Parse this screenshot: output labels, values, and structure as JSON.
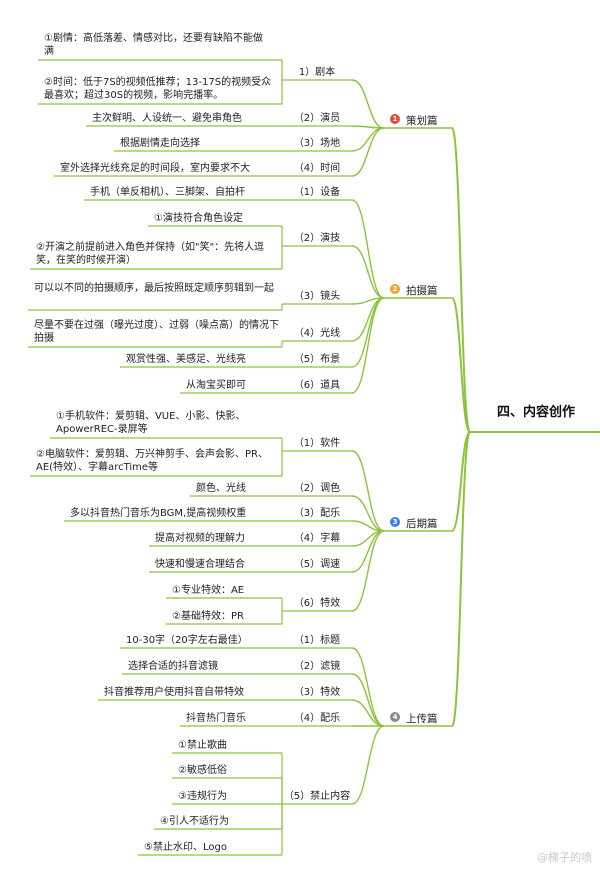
{
  "root": "四、内容创作",
  "sections": [
    {
      "badge": "1",
      "title": "策划篇",
      "color": "#e24a3b",
      "children": [
        {
          "label": "1）剧本",
          "leaves": [
            "①剧情：高低落差、情感对比，还要有缺陷不能做满",
            "②时间：低于7S的视频低推荐；13-17S的视频受众最喜欢；超过30S的视频，影响完播率。"
          ]
        },
        {
          "label": "（2）演员",
          "leaves": [
            "主次鲜明、人设统一、避免串角色"
          ]
        },
        {
          "label": "（3）场地",
          "leaves": [
            "根据剧情走向选择"
          ]
        },
        {
          "label": "（4）时间",
          "leaves": [
            "室外选择光线充足的时间段，室内要求不大"
          ]
        }
      ]
    },
    {
      "badge": "2",
      "title": "拍摄篇",
      "color": "#f0a52b",
      "children": [
        {
          "label": "（1）设备",
          "leaves": [
            "手机（单反相机）、三脚架、自拍杆"
          ]
        },
        {
          "label": "（2）演技",
          "leaves": [
            "①演技符合角色设定",
            "②开演之前提前进入角色并保持（如\"笑\"：先将人逗笑，在笑的时候开演）"
          ]
        },
        {
          "label": "（3）镜头",
          "leaves": [
            "可以以不同的拍摄顺序，最后按照既定顺序剪辑到一起"
          ]
        },
        {
          "label": "（4）光线",
          "leaves": [
            "尽量不要在过强（曝光过度）、过弱（噪点高）的情况下拍摄"
          ]
        },
        {
          "label": "（5）布景",
          "leaves": [
            "观赏性强、美感足、光线亮"
          ]
        },
        {
          "label": "（6）道具",
          "leaves": [
            "从淘宝买即可"
          ]
        }
      ]
    },
    {
      "badge": "3",
      "title": "后期篇",
      "color": "#3b7fe0",
      "children": [
        {
          "label": "（1）软件",
          "leaves": [
            "①手机软件：爱剪辑、VUE、小影、快影、ApowerREC-录屏等",
            "②电脑软件：爱剪辑、万兴神剪手、会声会影、PR、AE(特效）、字幕arcTime等"
          ]
        },
        {
          "label": "（2）调色",
          "leaves": [
            "颜色、光线"
          ]
        },
        {
          "label": "（3）配乐",
          "leaves": [
            "多以抖音热门音乐为BGM,提高视频权重"
          ]
        },
        {
          "label": "（4）字幕",
          "leaves": [
            "提高对视频的理解力"
          ]
        },
        {
          "label": "（5）调速",
          "leaves": [
            "快速和慢速合理结合"
          ]
        },
        {
          "label": "（6）特效",
          "leaves": [
            "①专业特效：AE",
            "②基础特效：PR"
          ]
        }
      ]
    },
    {
      "badge": "4",
      "title": "上传篇",
      "color": "#8a8a8a",
      "children": [
        {
          "label": "（1）标题",
          "leaves": [
            "10-30字（20字左右最佳）"
          ]
        },
        {
          "label": "（2）滤镜",
          "leaves": [
            "选择合适的抖音滤镜"
          ]
        },
        {
          "label": "（3）特效",
          "leaves": [
            "抖音推荐用户使用抖音自带特效"
          ]
        },
        {
          "label": "（4）配乐",
          "leaves": [
            "抖音热门音乐"
          ]
        },
        {
          "label": "（5）禁止内容",
          "leaves": [
            "①禁止歌曲",
            "②敏感低俗",
            "③违规行为",
            "④引人不适行为",
            "⑤禁止水印、Logo"
          ]
        }
      ]
    }
  ],
  "watermark": "@梯子的喷",
  "line_color": "#8cc43f"
}
